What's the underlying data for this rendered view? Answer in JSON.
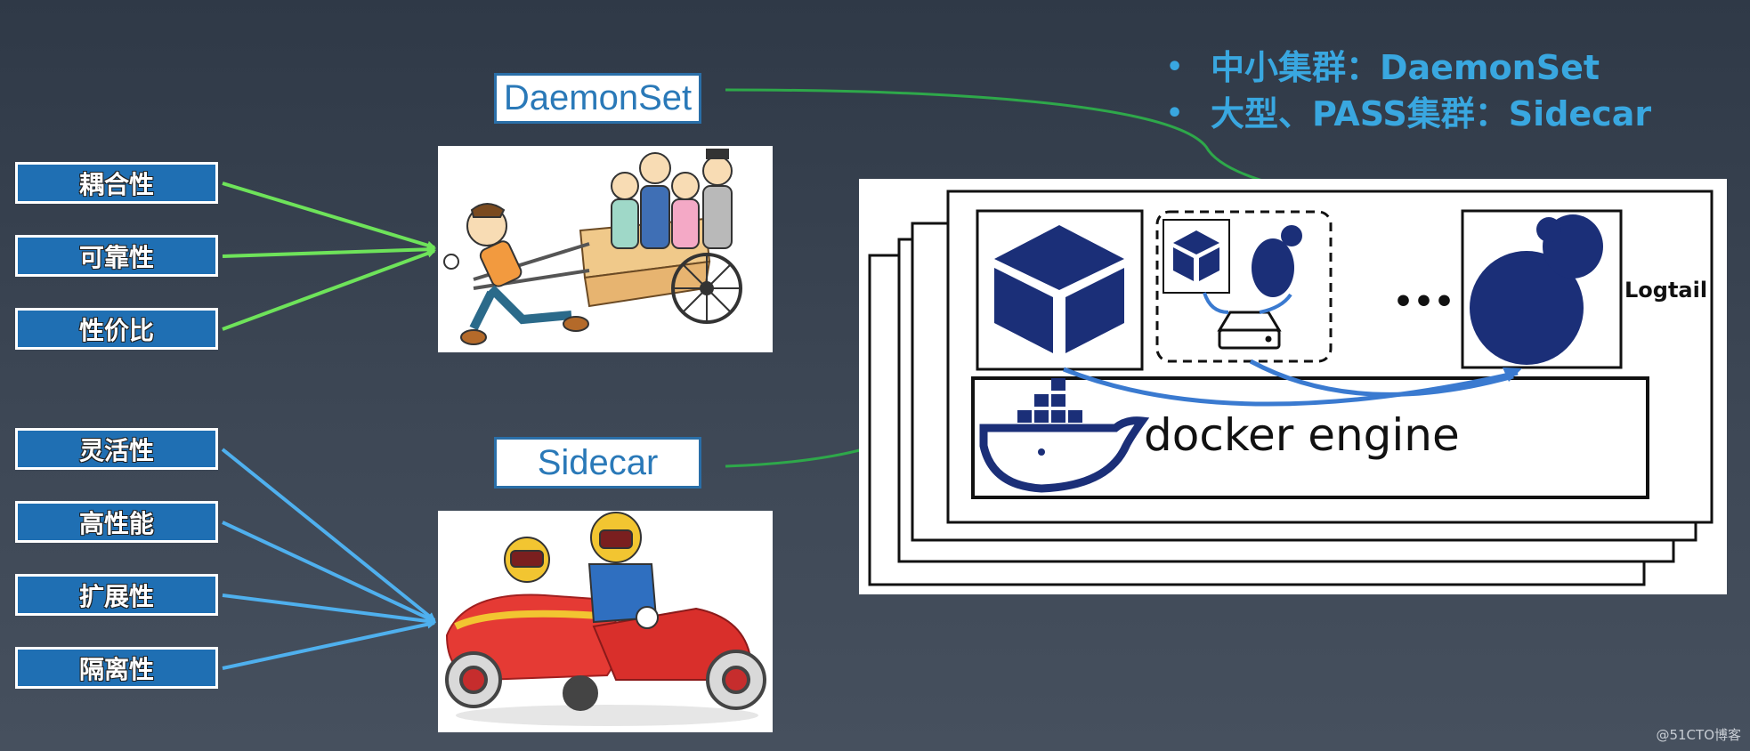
{
  "features": {
    "group1": [
      "耦合性",
      "可靠性",
      "性价比"
    ],
    "group2": [
      "灵活性",
      "高性能",
      "扩展性",
      "隔离性"
    ]
  },
  "labels": {
    "daemonset": "DaemonSet",
    "sidecar": "Sidecar"
  },
  "bullets": [
    "中小集群：DaemonSet",
    "大型、PASS集群：Sidecar"
  ],
  "diagram": {
    "ellipsis": "•••",
    "logtail": "Logtail",
    "docker_engine": "docker engine"
  },
  "watermark": "@51CTO博客",
  "colors": {
    "background": "#3a4452",
    "feature_box": "#1f6fb3",
    "arrow_group1": "#6ee35a",
    "arrow_group2": "#4fb0ee",
    "connector": "#2ea84a",
    "bullet_text": "#39a7e0",
    "diagram_navy": "#1b2f78",
    "diagram_arrow": "#3a7ad0"
  }
}
